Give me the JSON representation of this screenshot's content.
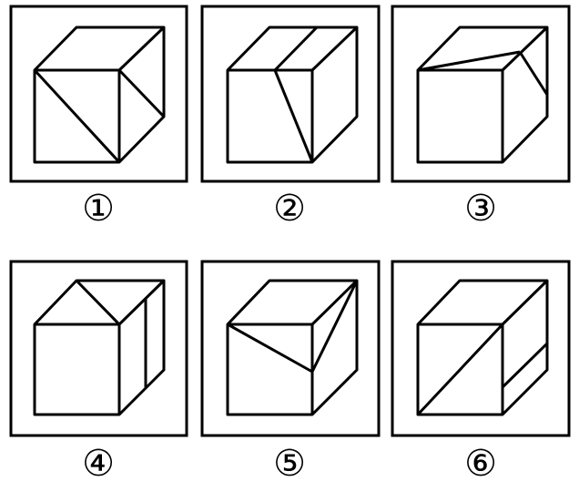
{
  "colors": {
    "stroke": "#000000",
    "background": "#ffffff"
  },
  "panels": [
    {
      "label": "①"
    },
    {
      "label": "②"
    },
    {
      "label": "③"
    },
    {
      "label": "④"
    },
    {
      "label": "⑤"
    },
    {
      "label": "⑥"
    }
  ]
}
